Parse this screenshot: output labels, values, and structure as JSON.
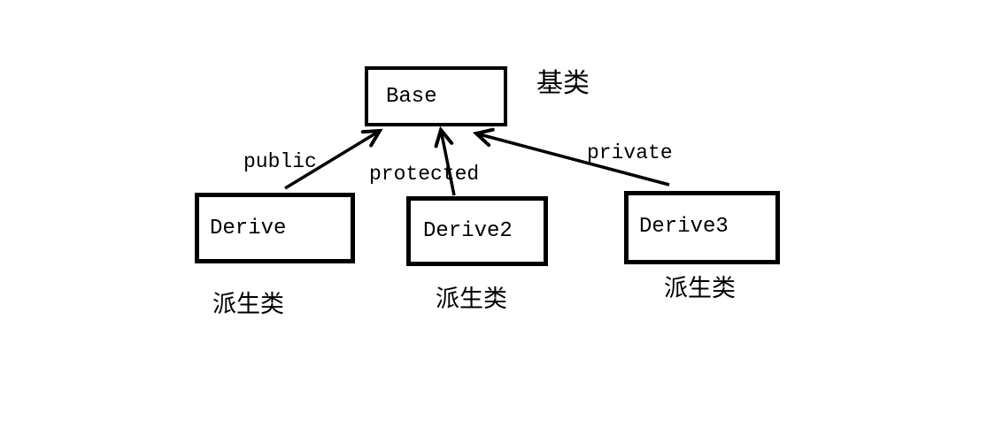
{
  "diagram": {
    "background": "#ffffff",
    "stroke_color": "#000000",
    "base": {
      "label": "Base",
      "annotation": "基类"
    },
    "derived": [
      {
        "label": "Derive",
        "annotation": "派生类",
        "access": "public"
      },
      {
        "label": "Derive2",
        "annotation": "派生类",
        "access": "protected"
      },
      {
        "label": "Derive3",
        "annotation": "派生类",
        "access": "private"
      }
    ]
  }
}
